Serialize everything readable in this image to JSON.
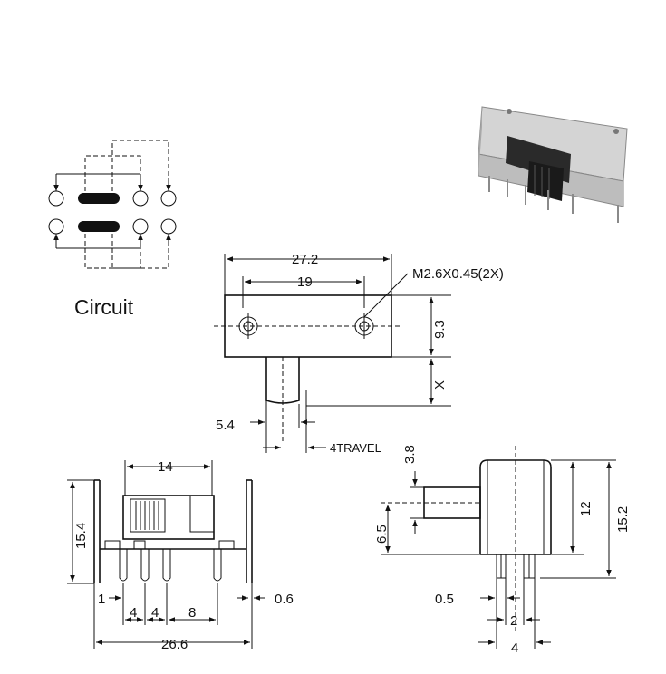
{
  "circuit": {
    "label": "Circuit"
  },
  "top_view": {
    "overall_width": "27.2",
    "hole_spacing": "19",
    "screw_callout": "M2.6X0.45(2X)",
    "body_height": "9.3",
    "actuator_length": "X",
    "actuator_width": "5.4",
    "travel": "4TRAVEL"
  },
  "front_view": {
    "slot_width": "14",
    "height": "15.4",
    "edge_offset": "1",
    "pitch_a": "4",
    "pitch_b": "4",
    "pitch_c": "8",
    "lead_thickness": "0.6",
    "overall_width": "26.6"
  },
  "side_view": {
    "actuator_height": "3.8",
    "actuator_offset": "6.5",
    "body_height": "12",
    "overall_height": "15.2",
    "lead_width": "0.5",
    "lead_pitch": "2",
    "lead_span": "4"
  },
  "colors": {
    "ink": "#111111",
    "photo_body": "#c9c9c9"
  }
}
